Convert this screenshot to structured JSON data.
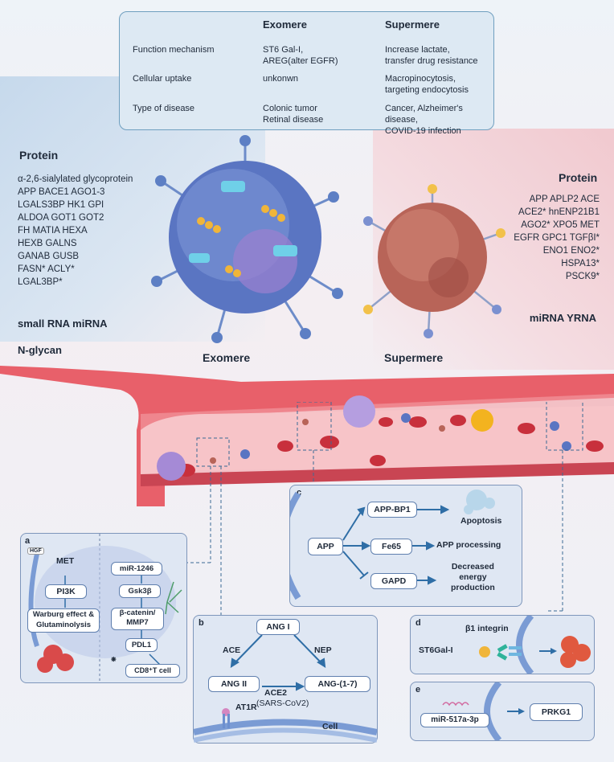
{
  "comparison": {
    "col_exomere": "Exomere",
    "col_supermere": "Supermere",
    "rows": [
      {
        "label": "Function mechanism",
        "exomere": "ST6 Gal-I,\nAREG(alter EGFR)",
        "supermere": "Increase lactate,\ntransfer drug resistance"
      },
      {
        "label": "Cellular uptake",
        "exomere": "unkonwn",
        "supermere": "Macropinocytosis,\ntargeting endocytosis"
      },
      {
        "label": "Type of disease",
        "exomere": "Colonic tumor\nRetinal disease",
        "supermere": "Cancer, Alzheimer's disease,\nCOVID-19 infection"
      }
    ]
  },
  "exomere": {
    "protein_title": "Protein",
    "protein_lines": [
      "α-2,6-sialylated glycoprotein",
      "APP  BACE1  AGO1-3",
      "LGALS3BP  HK1  GPI",
      "ALDOA  GOT1  GOT2",
      "FH  MATIA  HEXA",
      "HEXB  GALNS",
      "GANAB  GUSB",
      "FASN*  ACLY*",
      "LGAL3BP*"
    ],
    "rna": "small RNA   miRNA",
    "glycan": "N-glycan",
    "label": "Exomere"
  },
  "supermere": {
    "protein_title": "Protein",
    "protein_lines": [
      "APP  APLP2  ACE",
      "ACE2*  hnENP21B1",
      "AGO2*  XPO5  MET",
      "EGFR  GPC1  TGFβI*",
      "ENO1  ENO2*",
      "HSPA13*",
      "PSCK9*"
    ],
    "rna": "miRNA  YRNA",
    "label": "Supermere"
  },
  "panel_a": {
    "tag": "a",
    "hgf": "HGF",
    "met": "MET",
    "pi3k": "PI3K",
    "warburg": "Warburg effect &\nGlutaminolysis",
    "mir": "miR-1246",
    "gsk": "Gsk3β",
    "bcat": "β-catenin/\nMMP7",
    "pdl1": "PDL1",
    "cd8": "CD8⁺T cell"
  },
  "panel_b": {
    "tag": "b",
    "ang1": "ANG I",
    "ace": "ACE",
    "nep": "NEP",
    "ang2": "ANG II",
    "ace2": "ACE2",
    "sars": "(SARS-CoV2)",
    "ang17": "ANG-(1-7)",
    "at1r": "AT1R",
    "cell": "Cell"
  },
  "panel_c": {
    "tag": "c",
    "app": "APP",
    "appbp1": "APP-BP1",
    "fe65": "Fe65",
    "gapd": "GAPD",
    "apoptosis": "Apoptosis",
    "processing": "APP processing",
    "energy": "Decreased\nenergy\nproduction"
  },
  "panel_d": {
    "tag": "d",
    "integrin": "β1 integrin",
    "st6": "ST6Gal-I"
  },
  "panel_e": {
    "tag": "e",
    "mir": "miR-517a-3p",
    "prkg": "PRKG1"
  },
  "colors": {
    "vessel": "#e8606a",
    "vessel_dark": "#c94553",
    "panel_border": "#7e96bb",
    "arrow": "#2f6ea6",
    "exomere_blue": "#4a6fb5",
    "supermere_red": "#b5544a"
  }
}
